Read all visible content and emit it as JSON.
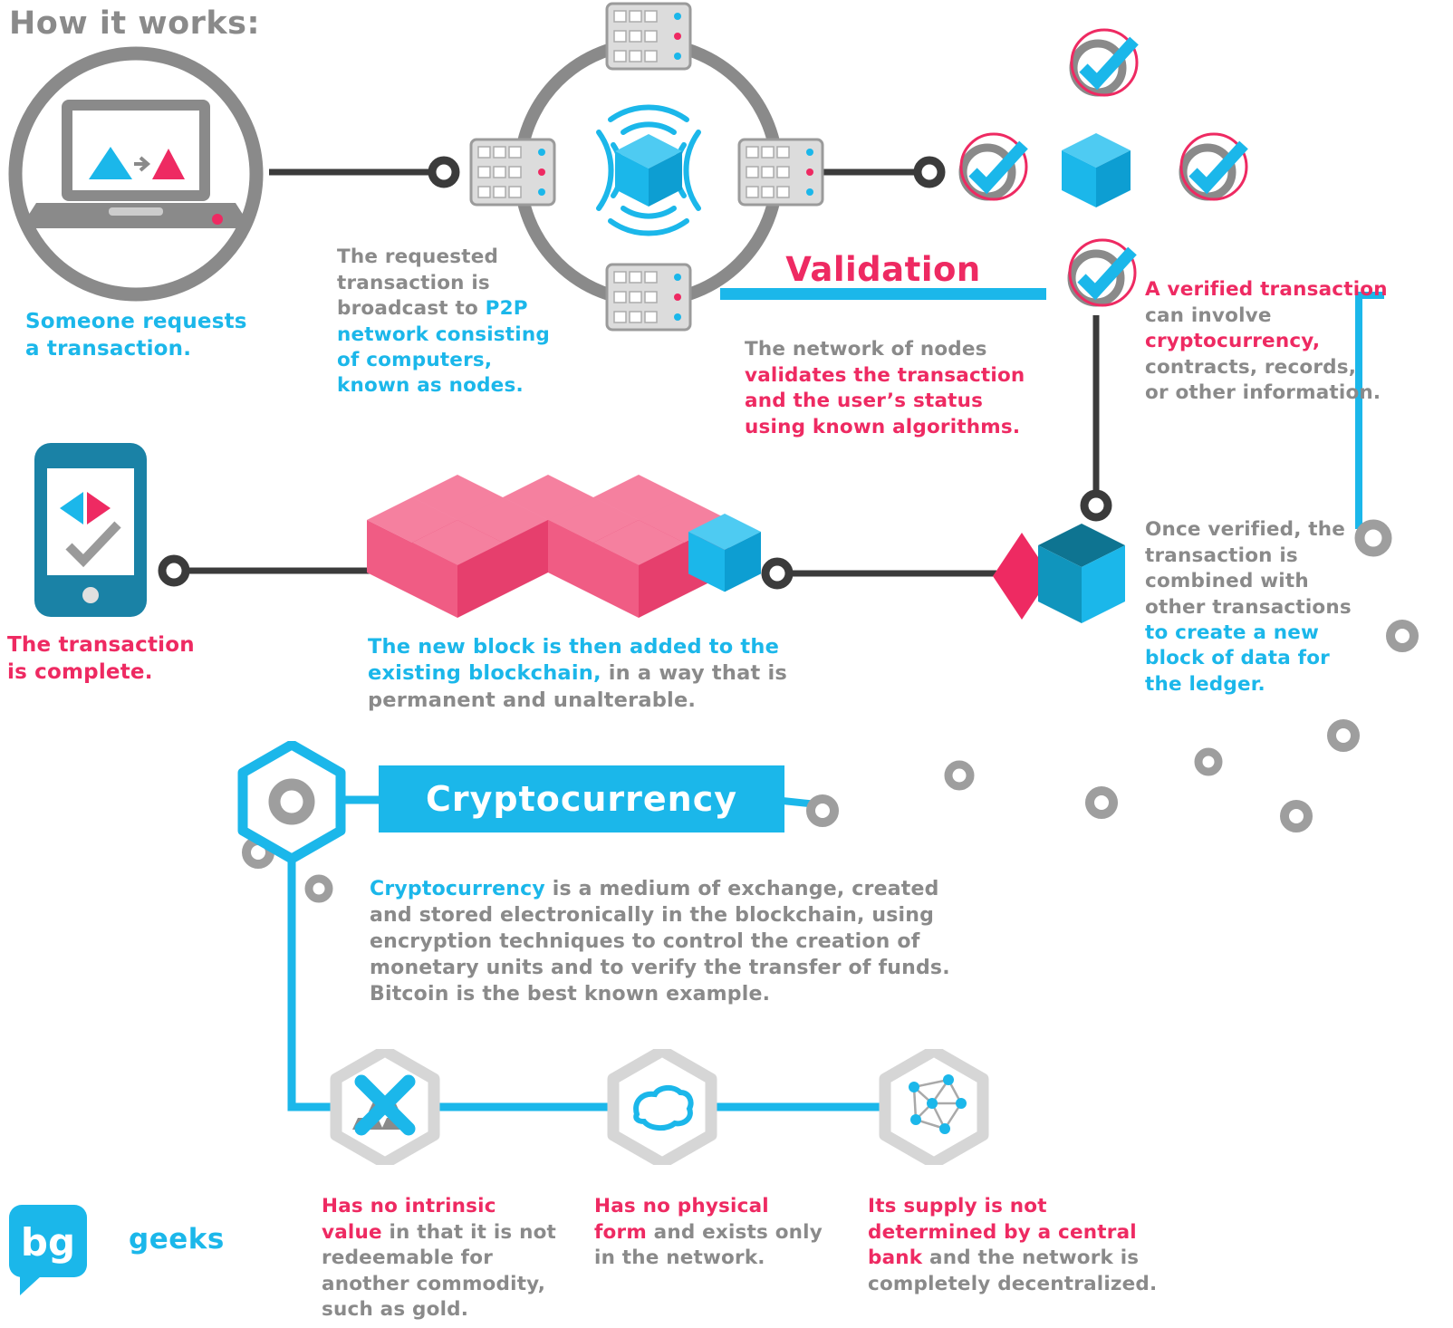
{
  "title": "How it works:",
  "colors": {
    "cyan": "#1bb7ea",
    "cyanLight": "#4ecbf2",
    "cyanDark": "#0d9ed2",
    "pink": "#ee2a62",
    "pinkLight": "#f5809f",
    "pinkMid": "#f05c84",
    "pinkDark": "#e63f6d",
    "gray": "#8a8a8a",
    "grayLight": "#d6d6d6",
    "grayDot": "#9e9e9e",
    "dark": "#3b3b3b",
    "teal": "#1a82a6",
    "tealMid": "#1095bd",
    "tealDark": "#0e7491"
  },
  "steps": {
    "request": {
      "label": "Someone requests\na transaction."
    },
    "broadcast": {
      "seg1": "The requested\ntransaction is\nbroadcast to ",
      "seg2": "P2P\nnetwork consisting\nof computers,\nknown as nodes."
    },
    "validation": {
      "heading": "Validation",
      "seg1": "The network of nodes\n",
      "seg2": "validates the transaction\nand the user’s status\nusing known algorithms."
    },
    "verified": {
      "seg1": "A verified transaction\n",
      "seg2": "can involve\n",
      "seg3": "cryptocurrency,\n",
      "seg4": "contracts, records,\nor other information."
    },
    "combine": {
      "seg1": "Once verified, the\ntransaction is\ncombined with\nother transactions\n",
      "seg2": "to create a new\nblock of data for\nthe ledger."
    },
    "new_block": {
      "seg1": "The new block is then added to the\nexisting blockchain,",
      "seg2": " in a way that is\npermanent and unalterable."
    },
    "complete": {
      "label": "The transaction\nis complete."
    }
  },
  "cryptocurrency": {
    "heading": "Cryptocurrency",
    "desc_seg1": "Cryptocurrency",
    "desc_seg2": " is a medium of exchange, created\nand stored electronically in the blockchain, using\nencryption techniques to control the creation of\nmonetary units and to verify the transfer of funds.\nBitcoin is the best known example.",
    "features": [
      {
        "seg1": "Has no intrinsic\nvalue",
        "seg2": " in that it is not\nredeemable for\nanother commodity,\nsuch as gold."
      },
      {
        "seg1": "Has no physical\nform",
        "seg2": " and exists only\nin the network."
      },
      {
        "seg1": "Its supply is not\ndetermined by a central\nbank",
        "seg2": " and the network is\ncompletely decentralized."
      }
    ]
  },
  "footer": {
    "brand": "geeks",
    "logo_text": "bg"
  }
}
